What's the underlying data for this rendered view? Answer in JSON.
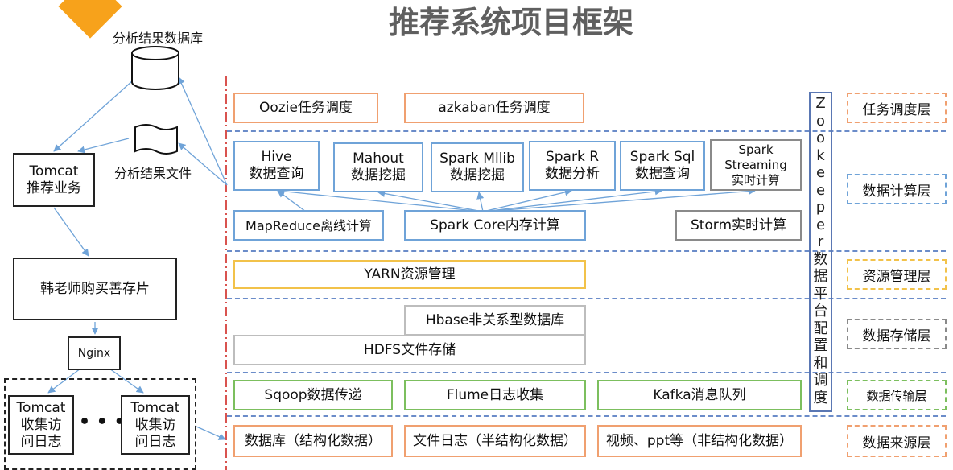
{
  "title": "推荐系统项目框架",
  "left": {
    "db_label": "分析结果数据库",
    "file_label": "分析结果文件",
    "tomcat_rec": [
      "Tomcat",
      "推荐业务"
    ],
    "shop": "韩老师购买善存片",
    "nginx": "Nginx",
    "tomcat_log_1": [
      "Tomcat",
      "收集访",
      "问日志"
    ],
    "tomcat_log_2": [
      "Tomcat",
      "收集访",
      "问日志"
    ],
    "ellipsis": "• • •"
  },
  "scheduling": {
    "oozie": "Oozie任务调度",
    "azkaban": "azkaban任务调度"
  },
  "compute": {
    "hive": [
      "Hive",
      "数据查询"
    ],
    "mahout": [
      "Mahout",
      "数据挖掘"
    ],
    "mllib": [
      "Spark Mllib",
      "数据挖掘"
    ],
    "sparkr": [
      "Spark R",
      "数据分析"
    ],
    "sparksql": [
      "Spark Sql",
      "数据查询"
    ],
    "streaming": [
      "Spark",
      "Streaming",
      "实时计算"
    ],
    "mapreduce": "MapReduce离线计算",
    "sparkcore": "Spark Core内存计算",
    "storm": "Storm实时计算"
  },
  "resource": {
    "yarn": "YARN资源管理"
  },
  "storage": {
    "hbase": "Hbase非关系型数据库",
    "hdfs": "HDFS文件存储"
  },
  "transfer": {
    "sqoop": "Sqoop数据传递",
    "flume": "Flume日志收集",
    "kafka": "Kafka消息队列"
  },
  "source": {
    "database": "数据库（结构化数据）",
    "filelog": "文件日志（半结构化数据）",
    "video": "视频、ppt等（非结构化数据）"
  },
  "zookeeper": [
    "Z",
    "o",
    "o",
    "k",
    "e",
    "e",
    "p",
    "e",
    "r",
    "数",
    "据",
    "平",
    "台",
    "配",
    "置",
    "和",
    "调",
    "度"
  ],
  "layers": {
    "task": "任务调度层",
    "compute": "数据计算层",
    "resource": "资源管理层",
    "storage": "数据存储层",
    "transfer": "数据传输层",
    "source": "数据来源层"
  },
  "colors": {
    "orange": "#f0a070",
    "blue": "#6fa3d8",
    "yellow": "#f2c24a",
    "green": "#7cbf5e",
    "gray": "#8a8a8a",
    "arrow": "#6fa3d8",
    "redline": "#d9534f"
  }
}
